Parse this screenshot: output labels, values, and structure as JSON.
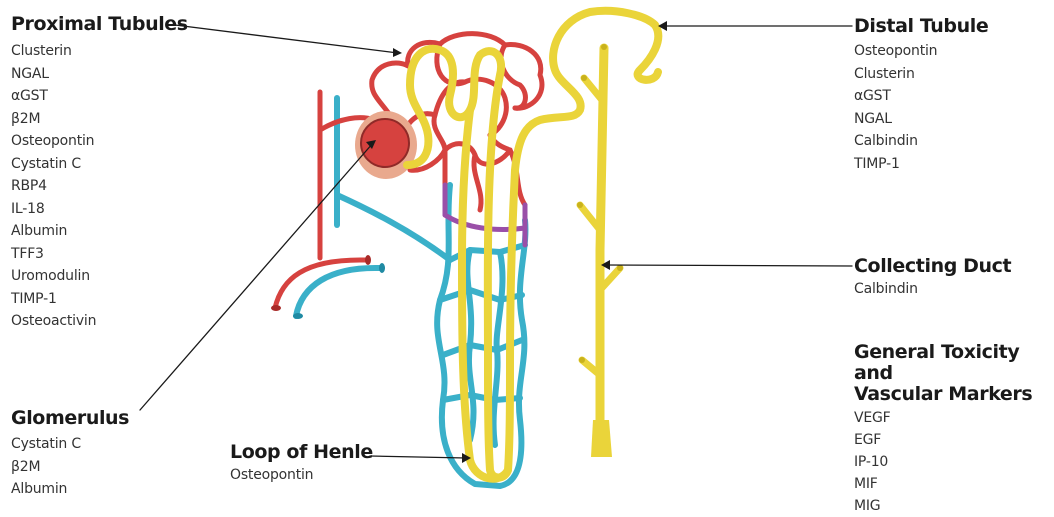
{
  "proximal_tubules": {
    "title": "Proximal Tubules",
    "markers": [
      "Clusterin",
      "NGAL",
      "αGST",
      "β2M",
      "Osteopontin",
      "Cystatin C",
      "RBP4",
      "IL-18",
      "Albumin",
      "TFF3",
      "Uromodulin",
      "TIMP-1",
      "Osteoactivin"
    ]
  },
  "glomerulus": {
    "title": "Glomerulus",
    "markers": [
      "Cystatin C",
      "β2M",
      "Albumin"
    ]
  },
  "loop_of_henle": {
    "title": "Loop of Henle",
    "markers": [
      "Osteopontin"
    ]
  },
  "distal_tubule": {
    "title": "Distal Tubule",
    "markers": [
      "Osteopontin",
      "Clusterin",
      "αGST",
      "NGAL",
      "Calbindin",
      "TIMP-1"
    ]
  },
  "collecting_duct": {
    "title": "Collecting Duct",
    "markers": [
      "Calbindin"
    ]
  },
  "general_toxicity": {
    "title_line1": "General Toxicity and",
    "title_line2": "Vascular Markers",
    "markers": [
      "VEGF",
      "EGF",
      "IP-10",
      "MIF",
      "MIG"
    ]
  },
  "colors": {
    "artery": "#d6423f",
    "vein": "#3ab0c9",
    "tubule": "#ead43a",
    "capsule": "#e9a98e",
    "transition": "#9a4fa8"
  }
}
